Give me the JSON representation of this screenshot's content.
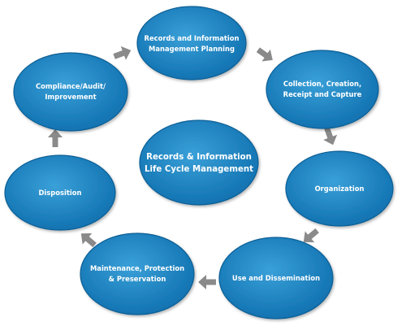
{
  "diagram": {
    "center": {
      "line1": "Records & Information",
      "line2": "Life Cycle Management"
    },
    "stages": [
      {
        "line1": "Records and Information",
        "line2": "Management Planning"
      },
      {
        "line1": "Collection, Creation,",
        "line2": "Receipt and Capture"
      },
      {
        "line1": "Organization",
        "line2": ""
      },
      {
        "line1": "Use and Dissemination",
        "line2": ""
      },
      {
        "line1": "Maintenance, Protection",
        "line2": "& Preservation"
      },
      {
        "line1": "Disposition",
        "line2": ""
      },
      {
        "line1": "Compliance/Audit/",
        "line2": "Improvement"
      }
    ],
    "colors": {
      "node_fill_light": "#2f95cf",
      "node_fill_dark": "#0e6fae",
      "node_stroke": "#0b5f95",
      "arrow": "#8a8a8a",
      "text": "#ffffff"
    }
  }
}
